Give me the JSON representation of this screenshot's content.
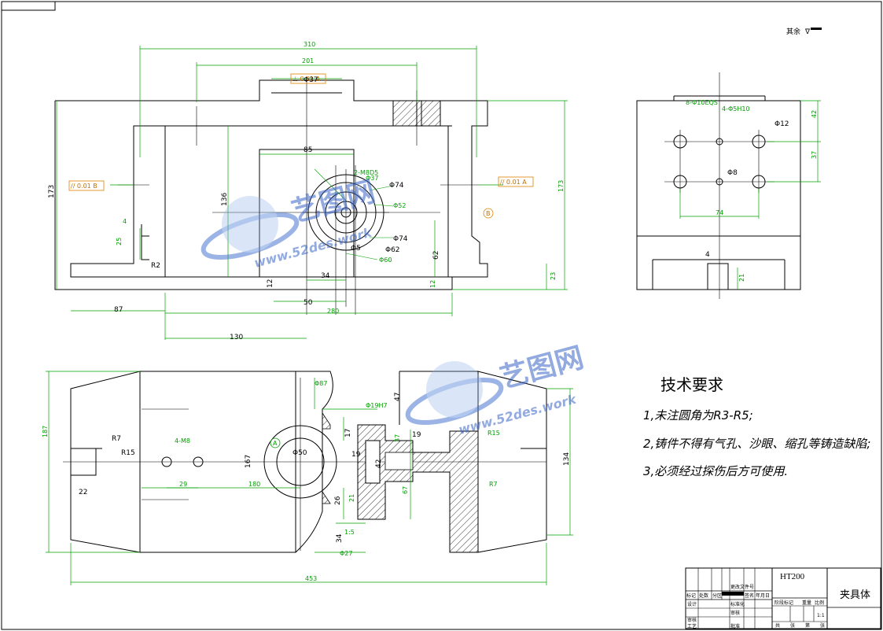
{
  "surface_note": "其余",
  "tech_requirements": {
    "title": "技术要求",
    "items": [
      "1,未注圆角为R3-R5;",
      "2,铸件不得有气孔、沙眼、缩孔等铸造缺陷;",
      "3,必须经过探伤后方可使用."
    ]
  },
  "title_block": {
    "material": "HT200",
    "part_name": "夹具体",
    "row_labels": [
      "标记",
      "处数",
      "分区",
      "更改文件号",
      "签名",
      "年月日"
    ],
    "left_labels": [
      "设计",
      "审核",
      "工艺"
    ],
    "mid_labels": [
      "标准化",
      "批准",
      "审核"
    ],
    "right_head": [
      "阶段标记",
      "重量",
      "比例"
    ],
    "scale": "1:1",
    "sheet": [
      "共",
      "张",
      "第",
      "张"
    ]
  },
  "watermark": {
    "name": "艺图网",
    "url": "www.52des.work"
  },
  "front_view": {
    "dims": {
      "d310": "310",
      "d201": "201",
      "d85": "85",
      "d173": "173",
      "d173r": "173",
      "d136": "136",
      "d62": "62",
      "d12": "12",
      "d34": "34",
      "d50": "50",
      "d280": "280",
      "d130": "130",
      "d87": "87",
      "d4": "4",
      "d25": "25",
      "dR2": "R2",
      "d23": "23",
      "d12r": "12"
    },
    "circle_labels": [
      "Φ74",
      "Φ74",
      "Φ62",
      "Φ60",
      "Φ52",
      "Φ5",
      "Φ37"
    ],
    "hole_note": "2-M8D5",
    "tolerances": [
      "// 0.01 B",
      "// 0.01 A",
      "⊥ 0.01 A"
    ],
    "datum": "B",
    "top_note": "Φ37"
  },
  "side_view": {
    "dims": {
      "d42": "42",
      "d37": "37",
      "d74": "74",
      "d4": "4",
      "d21": "21"
    },
    "notes": [
      "8-Φ10EQS",
      "4-Φ5H10",
      "Φ12",
      "Φ8"
    ]
  },
  "top_view": {
    "dims": {
      "d187": "187",
      "d134": "134",
      "d453": "453",
      "d22": "22",
      "d29": "29",
      "d180": "180",
      "d167": "167",
      "d47": "47",
      "d17": "17",
      "d37": "37",
      "d19": "19",
      "d19b": "19",
      "d42": "42",
      "d26": "26",
      "d21": "21",
      "d34": "34",
      "d67": "67"
    },
    "labels": [
      "R7",
      "R15",
      "4-M8",
      "Φ50",
      "Φ87",
      "Φ19H7",
      "R15",
      "R7",
      "Φ27",
      "1:5",
      "A"
    ]
  }
}
